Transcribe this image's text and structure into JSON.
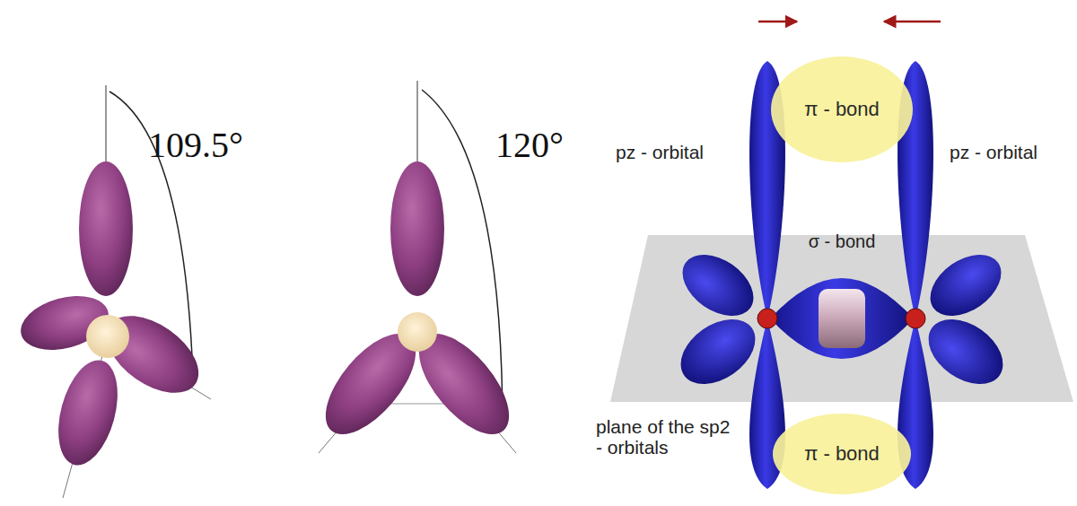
{
  "diagram": {
    "nodes": [
      {
        "text": [
          "π - bond"
        ]
      },
      {
        "text": [
          "π - bond"
        ]
      }
    ],
    "labels": [
      "109.5°",
      "120°",
      "pz - orbital",
      "pz - orbital",
      "σ - bond",
      "plane of the sp2 - orbitals"
    ]
  }
}
